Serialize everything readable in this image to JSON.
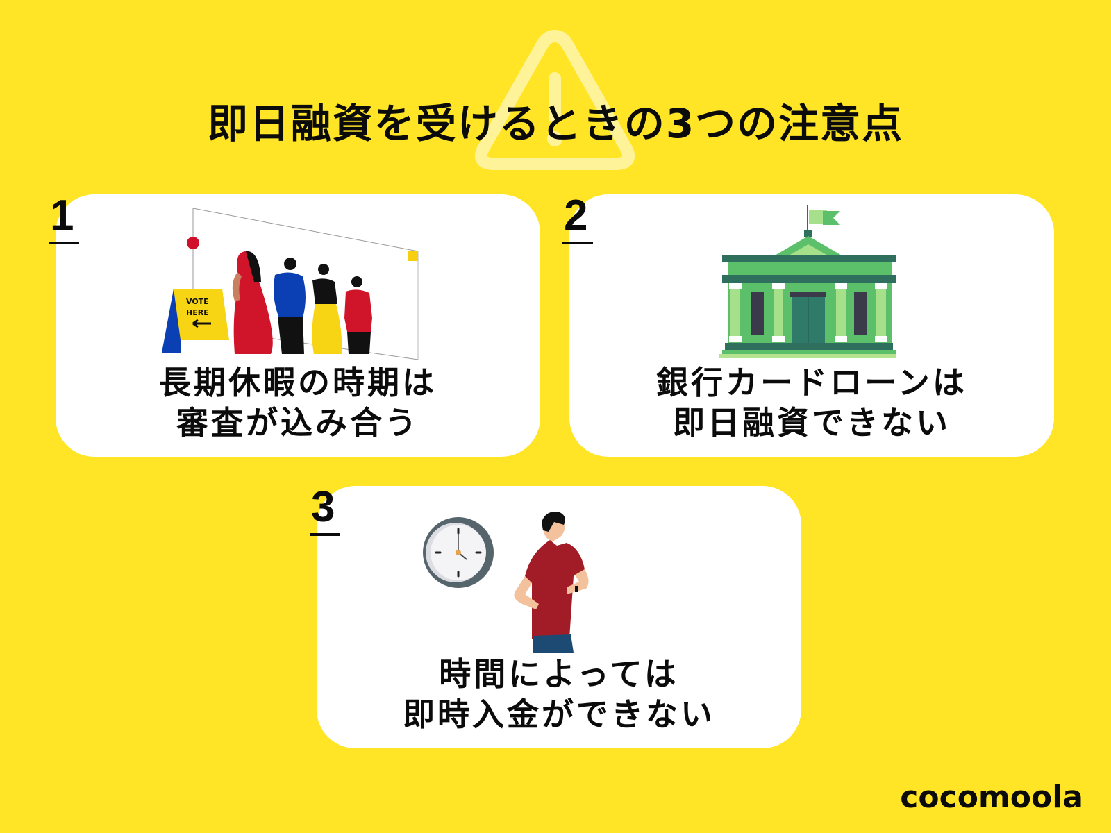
{
  "title": "即日融資を受けるときの3つの注意点",
  "background_color": "#ffe526",
  "background_icon": "warning-triangle-icon",
  "cards": [
    {
      "number": "1",
      "illustration": "people-in-line-vote-here",
      "sign_text": [
        "VOTE",
        "HERE"
      ],
      "lines": [
        "長期休暇の時期は",
        "審査が込み合う"
      ]
    },
    {
      "number": "2",
      "illustration": "bank-building",
      "lines": [
        "銀行カードローンは",
        "即日融資できない"
      ]
    },
    {
      "number": "3",
      "illustration": "man-checking-watch-with-clock",
      "lines": [
        "時間によっては",
        "即時入金ができない"
      ]
    }
  ],
  "brand": {
    "logo": "cocomoola"
  }
}
